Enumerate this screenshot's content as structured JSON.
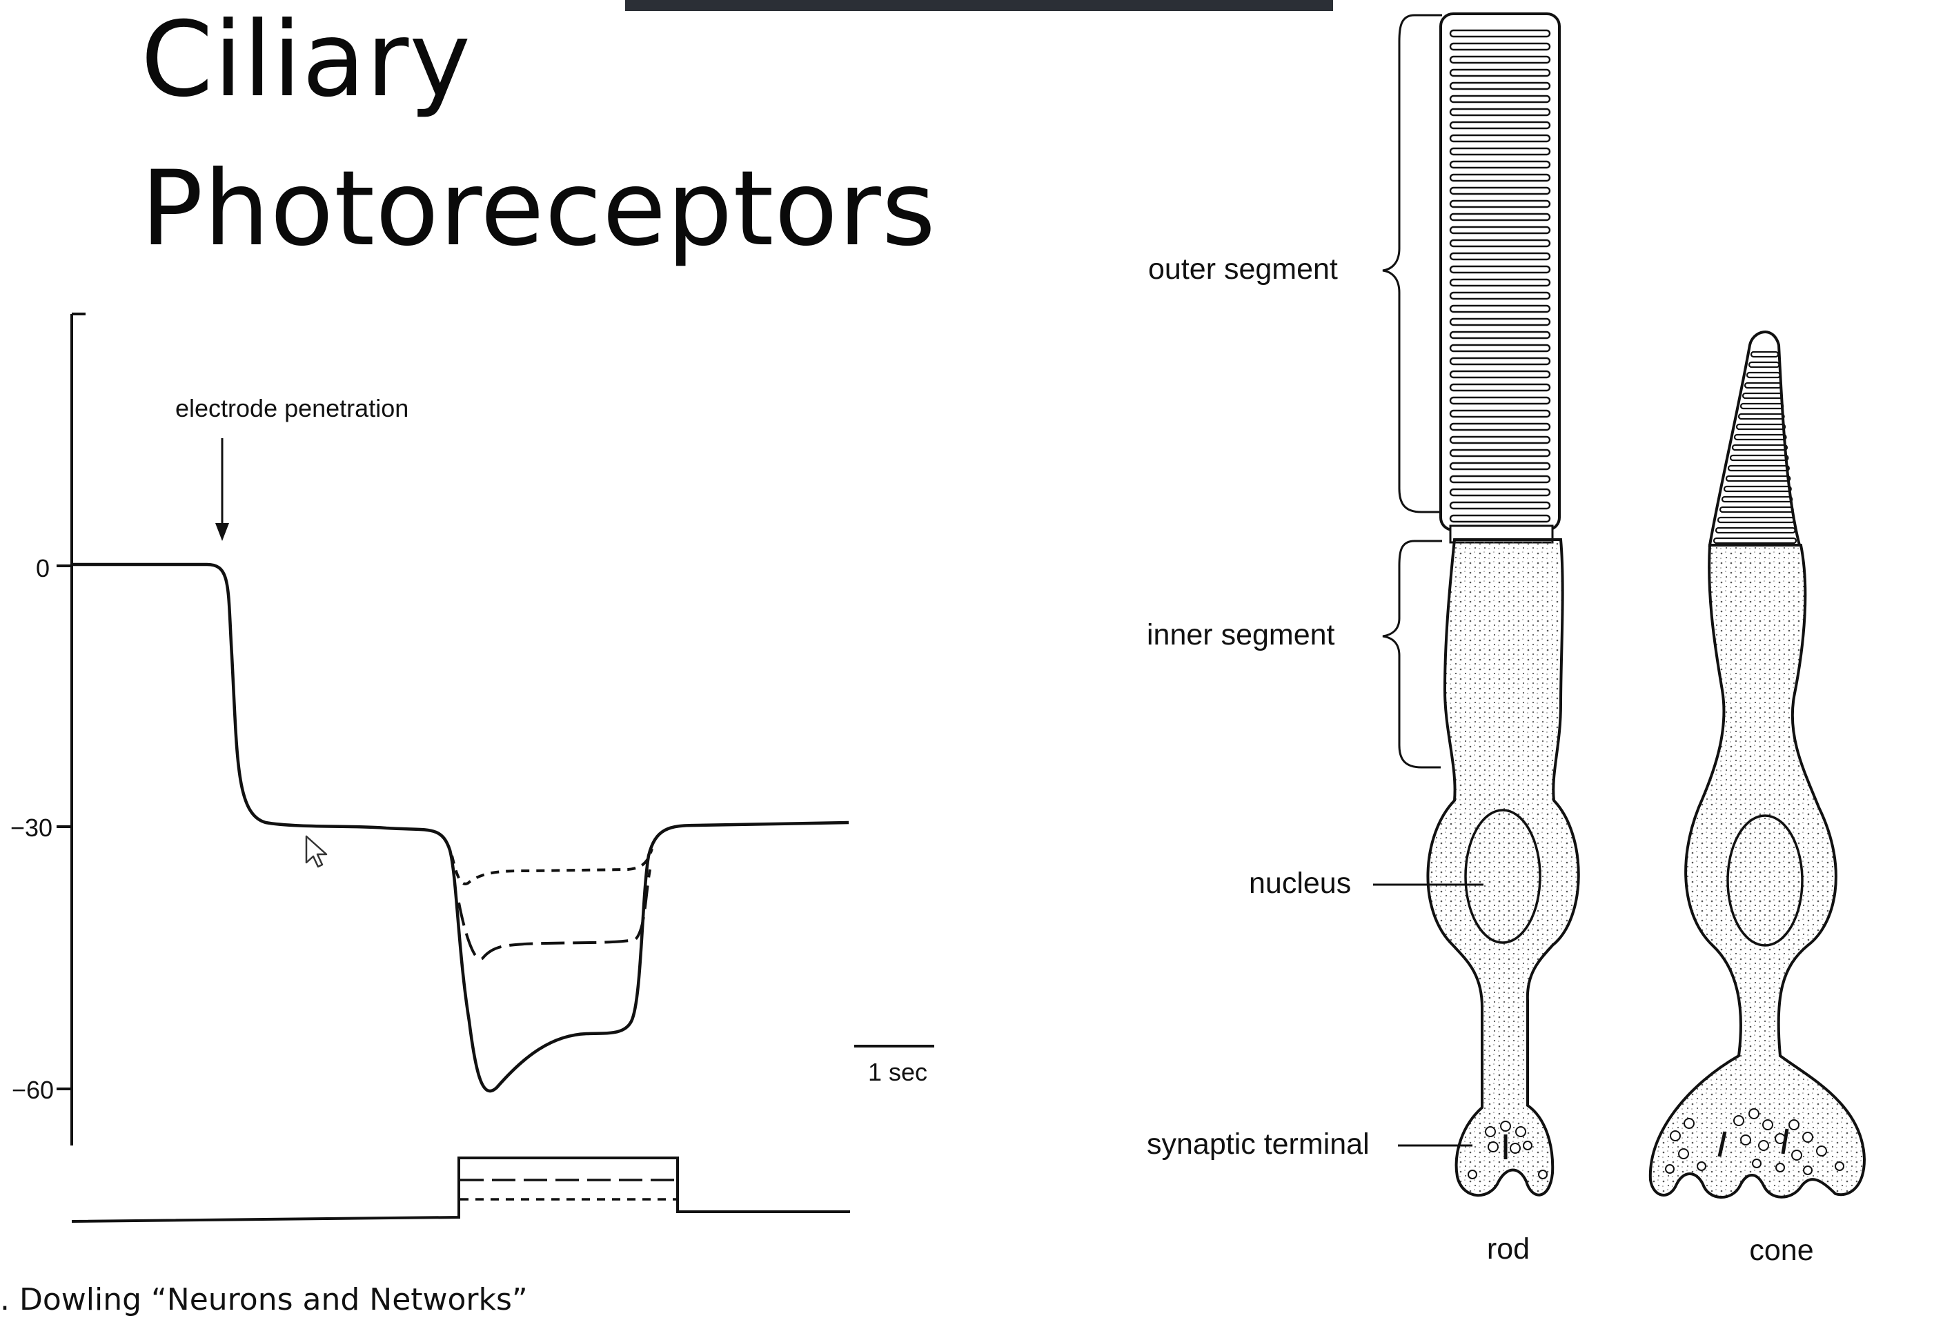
{
  "slide": {
    "title_line1": "Ciliary",
    "title_line2": "Photoreceptors",
    "citation": ". Dowling  “Neurons and Networks”"
  },
  "graph": {
    "ytick_0": "0",
    "ytick_minus30": "−30",
    "ytick_minus60": "−60",
    "annotation": "electrode penetration",
    "scale_bar_label": "1 sec"
  },
  "cell_diagram": {
    "label_outer_segment": "outer segment",
    "label_inner_segment": "inner segment",
    "label_nucleus": "nucleus",
    "label_synaptic_terminal": "synaptic terminal",
    "label_rod": "rod",
    "label_cone": "cone"
  },
  "icons": {
    "cursor": "mouse-pointer-icon"
  }
}
